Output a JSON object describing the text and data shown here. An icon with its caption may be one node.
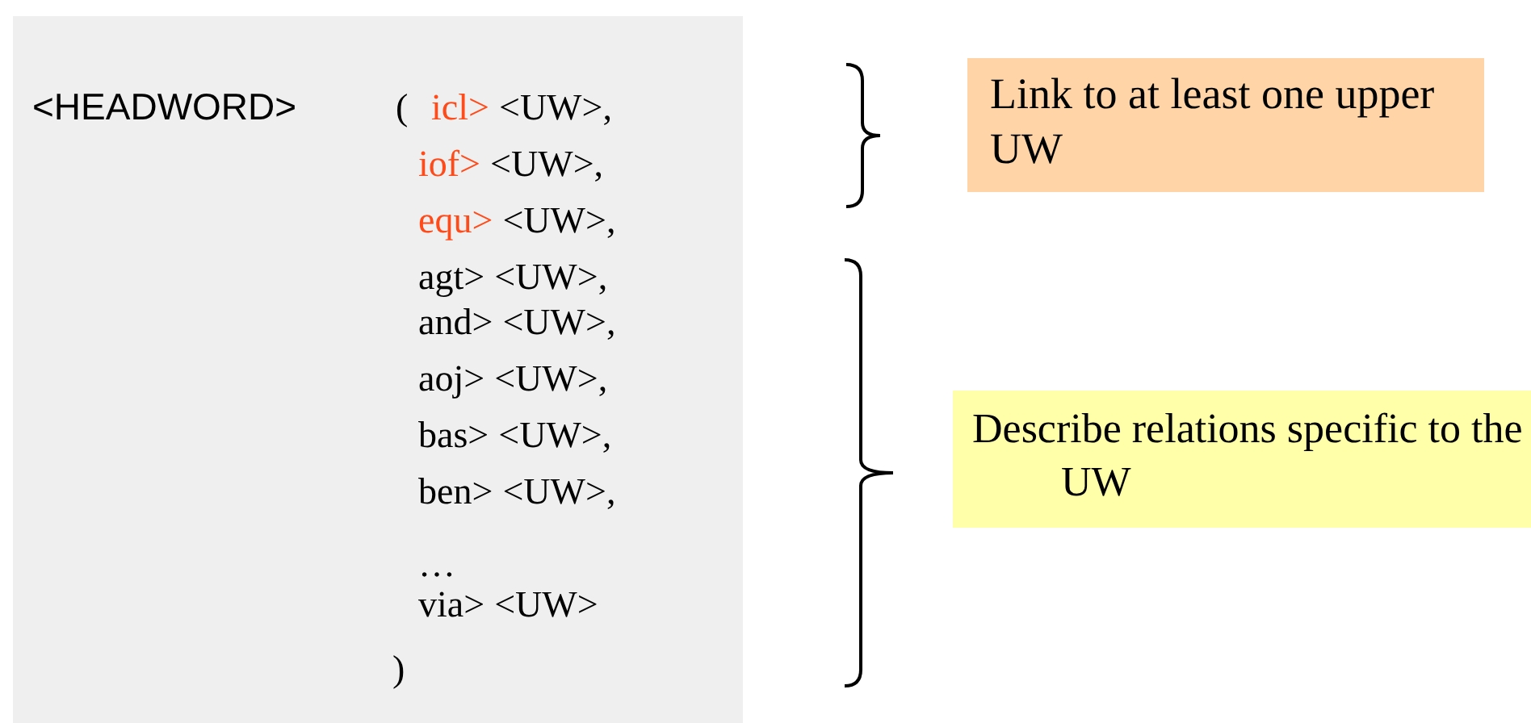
{
  "diagram": {
    "nodes": [
      {
        "text": [
          "<HEADWORD>",
          "(",
          "icl>",
          "<UW>,",
          "iof>",
          "<UW>,",
          "equ>",
          "<UW>,",
          "agt>",
          "<UW>,",
          "and>",
          "<UW>,",
          "aoj>",
          "<UW>,",
          "bas>",
          "<UW>,",
          "ben>",
          "<UW>,",
          "…",
          "via>",
          "<UW>",
          ")"
        ]
      },
      {
        "text": [
          "Link to at least one upper UW"
        ]
      },
      {
        "text": [
          "Describe relations specific to the UW"
        ]
      }
    ]
  }
}
